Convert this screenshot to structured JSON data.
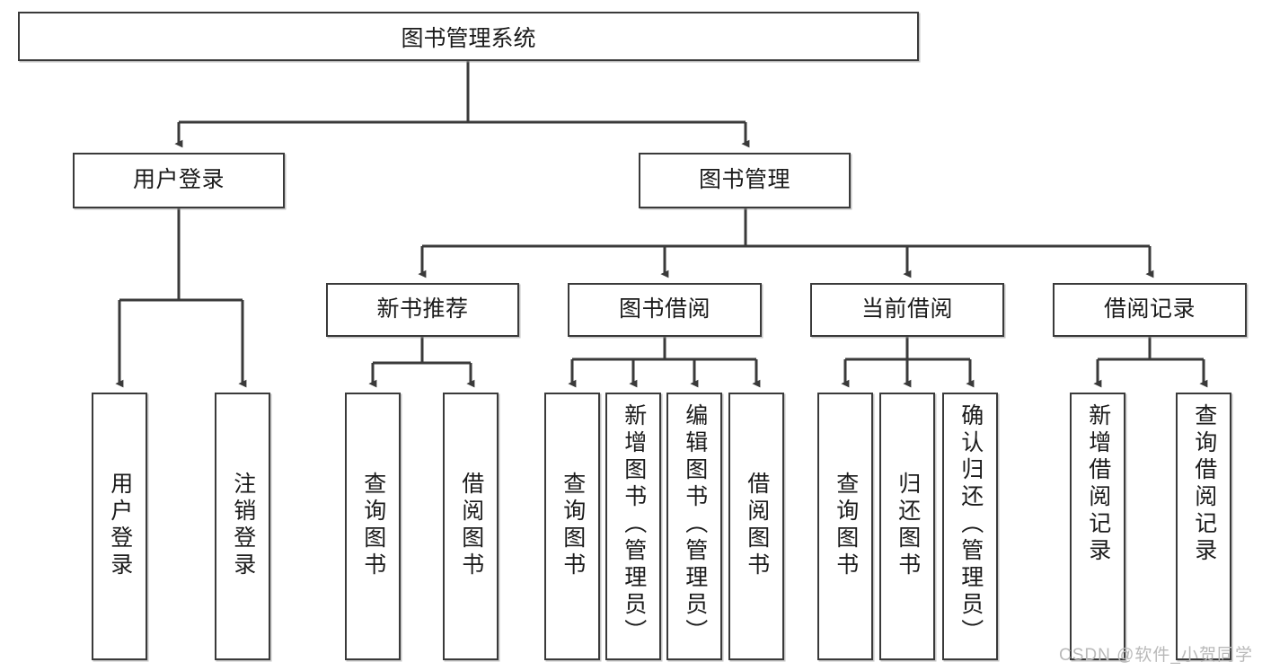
{
  "diagram": {
    "type": "tree-hierarchy",
    "title": "图书管理系统",
    "root": {
      "id": "root",
      "label": "图书管理系统"
    },
    "level2": [
      {
        "id": "user-login",
        "label": "用户登录"
      },
      {
        "id": "book-manage",
        "label": "图书管理"
      }
    ],
    "level3": [
      {
        "id": "new-book-recommend",
        "label": "新书推荐",
        "parent": "book-manage"
      },
      {
        "id": "book-borrow",
        "label": "图书借阅",
        "parent": "book-manage"
      },
      {
        "id": "current-borrow",
        "label": "当前借阅",
        "parent": "book-manage"
      },
      {
        "id": "borrow-record",
        "label": "借阅记录",
        "parent": "book-manage"
      }
    ],
    "leaves": [
      {
        "id": "leaf-user-login",
        "label": "用户登录",
        "parent": "user-login"
      },
      {
        "id": "leaf-user-logout",
        "label": "注销登录",
        "parent": "user-login"
      },
      {
        "id": "leaf-query-book-1",
        "label": "查询图书",
        "parent": "new-book-recommend"
      },
      {
        "id": "leaf-borrow-book-1",
        "label": "借阅图书",
        "parent": "new-book-recommend"
      },
      {
        "id": "leaf-query-book-2",
        "label": "查询图书",
        "parent": "book-borrow"
      },
      {
        "id": "leaf-add-book",
        "label": "新增图书（管理员）",
        "parent": "book-borrow"
      },
      {
        "id": "leaf-edit-book",
        "label": "编辑图书（管理员）",
        "parent": "book-borrow"
      },
      {
        "id": "leaf-borrow-book-2",
        "label": "借阅图书",
        "parent": "book-borrow"
      },
      {
        "id": "leaf-query-book-3",
        "label": "查询图书",
        "parent": "current-borrow"
      },
      {
        "id": "leaf-return-book",
        "label": "归还图书",
        "parent": "current-borrow"
      },
      {
        "id": "leaf-confirm-return",
        "label": "确认归还（管理员）",
        "parent": "current-borrow"
      },
      {
        "id": "leaf-add-record",
        "label": "新增借阅记录",
        "parent": "borrow-record"
      },
      {
        "id": "leaf-query-record",
        "label": "查询借阅记录",
        "parent": "borrow-record"
      }
    ],
    "watermark": "CSDN @软件_小贺同学",
    "colors": {
      "stroke": "#3a3a3a",
      "text": "#1b1b1b",
      "background": "#ffffff",
      "watermark": "#b9b9b9"
    }
  }
}
